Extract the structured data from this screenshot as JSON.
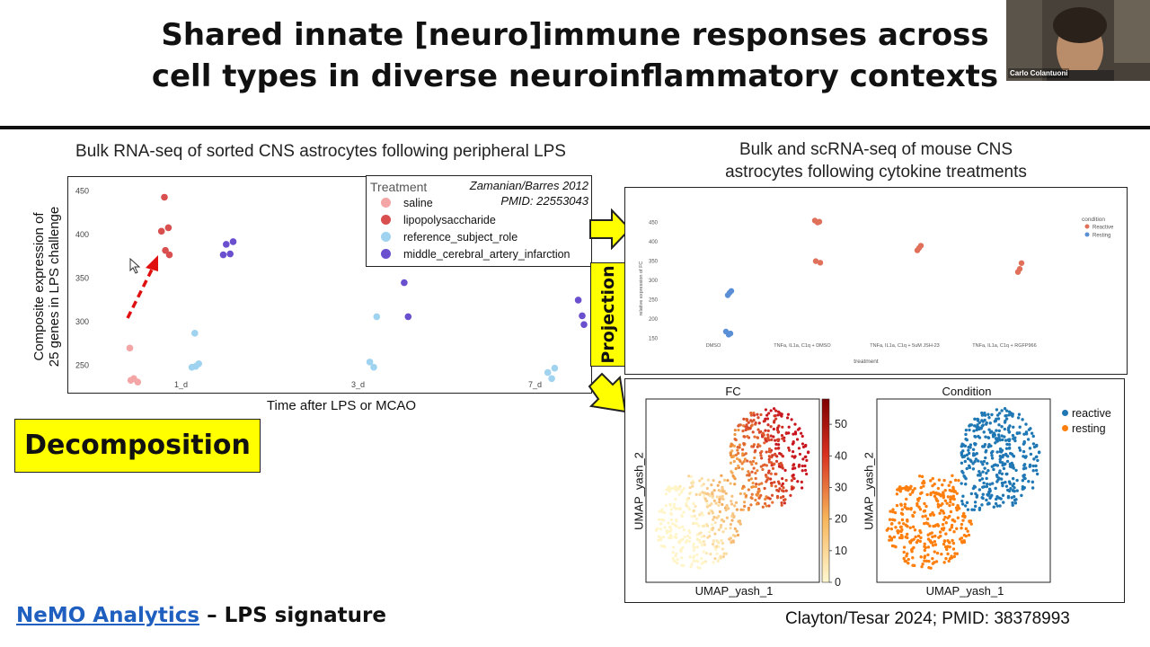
{
  "slide": {
    "title_line1": "Shared innate [neuro]immune responses across",
    "title_line2": "cell types in diverse neuroinflammatory contexts",
    "left_panel_title": "Bulk RNA-seq of sorted CNS astrocytes following peripheral LPS",
    "right_panel_title_line1": "Bulk and scRNA-seq of mouse CNS",
    "right_panel_title_line2": "astrocytes following cytokine treatments",
    "decomposition_label": "Decomposition",
    "projection_label": "Projection",
    "footer_link": "NeMO Analytics",
    "footer_rest": " – LPS signature",
    "footer_citation": "Clayton/Tesar 2024; PMID: 38378993"
  },
  "video": {
    "presenter_name": "Carlo Colantuoni"
  },
  "chart_data": [
    {
      "type": "scatter",
      "ylabel_line1": "Composite expression of",
      "ylabel_line2": "25 genes in LPS challenge",
      "xlabel": "Time after LPS or MCAO",
      "categories": [
        "1_d",
        "3_d",
        "7_d"
      ],
      "yticks": [
        250,
        300,
        350,
        400,
        450
      ],
      "ylim": [
        225,
        460
      ],
      "legend_title": "Treatment",
      "citation_line1": "Zamanian/Barres 2012",
      "citation_line2": "PMID: 22553043",
      "colors": {
        "saline": "#f4a6a6",
        "lipopolysaccharide": "#d94f4f",
        "reference_subject_role": "#9fd3f0",
        "middle_cerebral_artery_infarction": "#6a4fcf"
      },
      "series": [
        {
          "name": "saline",
          "points": [
            [
              "1_d",
              270
            ],
            [
              "1_d",
              235
            ],
            [
              "1_d",
              231
            ],
            [
              "1_d",
              233
            ]
          ]
        },
        {
          "name": "lipopolysaccharide",
          "points": [
            [
              "1_d",
              443
            ],
            [
              "1_d",
              408
            ],
            [
              "1_d",
              404
            ],
            [
              "1_d",
              382
            ],
            [
              "1_d",
              377
            ]
          ]
        },
        {
          "name": "reference_subject_role",
          "points": [
            [
              "1_d",
              287
            ],
            [
              "1_d",
              252
            ],
            [
              "1_d",
              248
            ],
            [
              "1_d",
              249
            ],
            [
              "3_d",
              306
            ],
            [
              "3_d",
              254
            ],
            [
              "3_d",
              248
            ],
            [
              "7_d",
              247
            ],
            [
              "7_d",
              242
            ],
            [
              "7_d",
              235
            ]
          ]
        },
        {
          "name": "middle_cerebral_artery_infarction",
          "points": [
            [
              "1_d",
              392
            ],
            [
              "1_d",
              389
            ],
            [
              "1_d",
              378
            ],
            [
              "1_d",
              377
            ],
            [
              "3_d",
              345
            ],
            [
              "3_d",
              306
            ],
            [
              "7_d",
              325
            ],
            [
              "7_d",
              307
            ],
            [
              "7_d",
              297
            ]
          ]
        }
      ]
    },
    {
      "type": "scatter",
      "ylabel": "relative expression of FC",
      "xlabel": "treatment",
      "categories": [
        "DMSO",
        "TNFa, IL1a, C1q + DMSO",
        "TNFa, IL1a, C1q + 5uM JSH-23",
        "TNFa, IL1a, C1q + RGFP966"
      ],
      "yticks": [
        150,
        200,
        250,
        300,
        350,
        400,
        450
      ],
      "ylim": [
        140,
        470
      ],
      "legend_title": "condition",
      "colors": {
        "Reactive": "#e0705a",
        "Resting": "#5a8fd6"
      },
      "series": [
        {
          "name": "Reactive",
          "points": [
            [
              "TNFa, IL1a, C1q + DMSO",
              455
            ],
            [
              "TNFa, IL1a, C1q + DMSO",
              452
            ],
            [
              "TNFa, IL1a, C1q + DMSO",
              450
            ],
            [
              "TNFa, IL1a, C1q + DMSO",
              350
            ],
            [
              "TNFa, IL1a, C1q + DMSO",
              346
            ],
            [
              "TNFa, IL1a, C1q + 5uM JSH-23",
              390
            ],
            [
              "TNFa, IL1a, C1q + 5uM JSH-23",
              384
            ],
            [
              "TNFa, IL1a, C1q + 5uM JSH-23",
              378
            ],
            [
              "TNFa, IL1a, C1q + RGFP966",
              345
            ],
            [
              "TNFa, IL1a, C1q + RGFP966",
              330
            ],
            [
              "TNFa, IL1a, C1q + RGFP966",
              322
            ]
          ]
        },
        {
          "name": "Resting",
          "points": [
            [
              "DMSO",
              273
            ],
            [
              "DMSO",
              268
            ],
            [
              "DMSO",
              262
            ],
            [
              "DMSO",
              168
            ],
            [
              "DMSO",
              163
            ],
            [
              "DMSO",
              160
            ]
          ]
        }
      ]
    },
    {
      "type": "scatter",
      "title": "FC",
      "xlabel": "UMAP_yash_1",
      "ylabel": "UMAP_yash_2",
      "colorbar_ticks": [
        0,
        10,
        20,
        30,
        40,
        50
      ]
    },
    {
      "type": "scatter",
      "title": "Condition",
      "xlabel": "UMAP_yash_1",
      "ylabel": "UMAP_yash_2",
      "legend": [
        {
          "name": "reactive",
          "color": "#1f77b4"
        },
        {
          "name": "resting",
          "color": "#ff7f0e"
        }
      ]
    }
  ]
}
